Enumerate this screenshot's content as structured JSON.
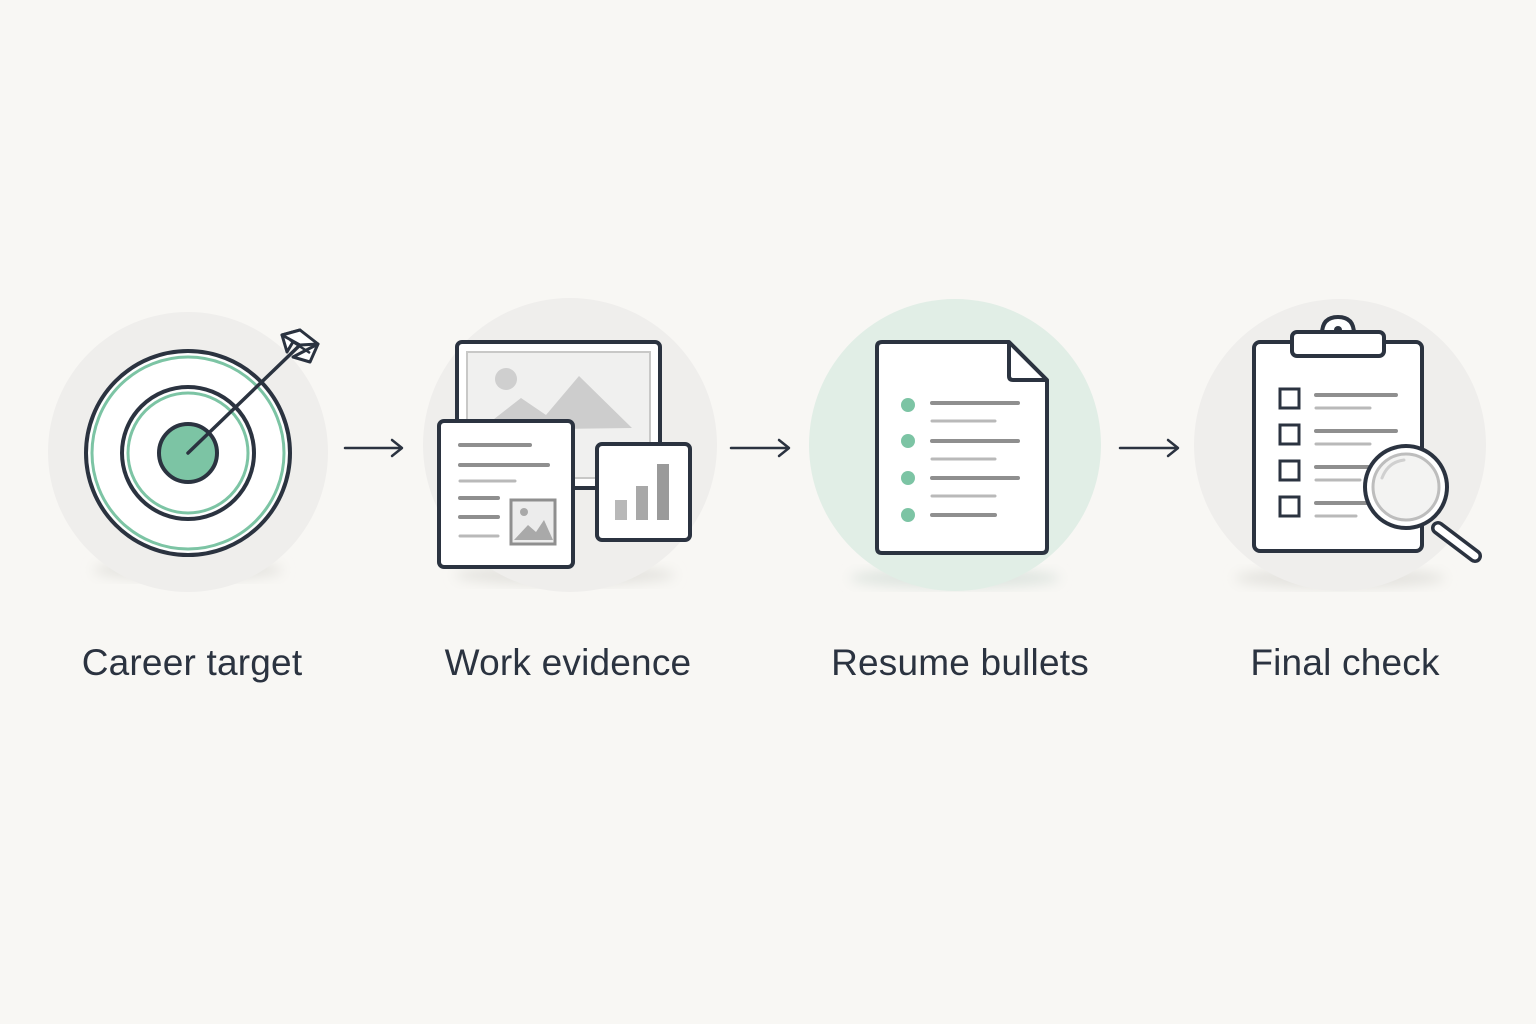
{
  "steps": [
    {
      "label": "Career target",
      "icon": "target-arrow-icon"
    },
    {
      "label": "Work evidence",
      "icon": "documents-images-chart-icon"
    },
    {
      "label": "Resume bullets",
      "icon": "bulleted-document-icon"
    },
    {
      "label": "Final check",
      "icon": "clipboard-checklist-magnifier-icon"
    }
  ],
  "colors": {
    "background": "#f8f7f4",
    "stroke": "#2b3340",
    "accent": "#7cc4a4",
    "accent_light": "#e1eee6",
    "neutral_circle": "#efeeec",
    "gray_line": "#8f8f8f"
  }
}
